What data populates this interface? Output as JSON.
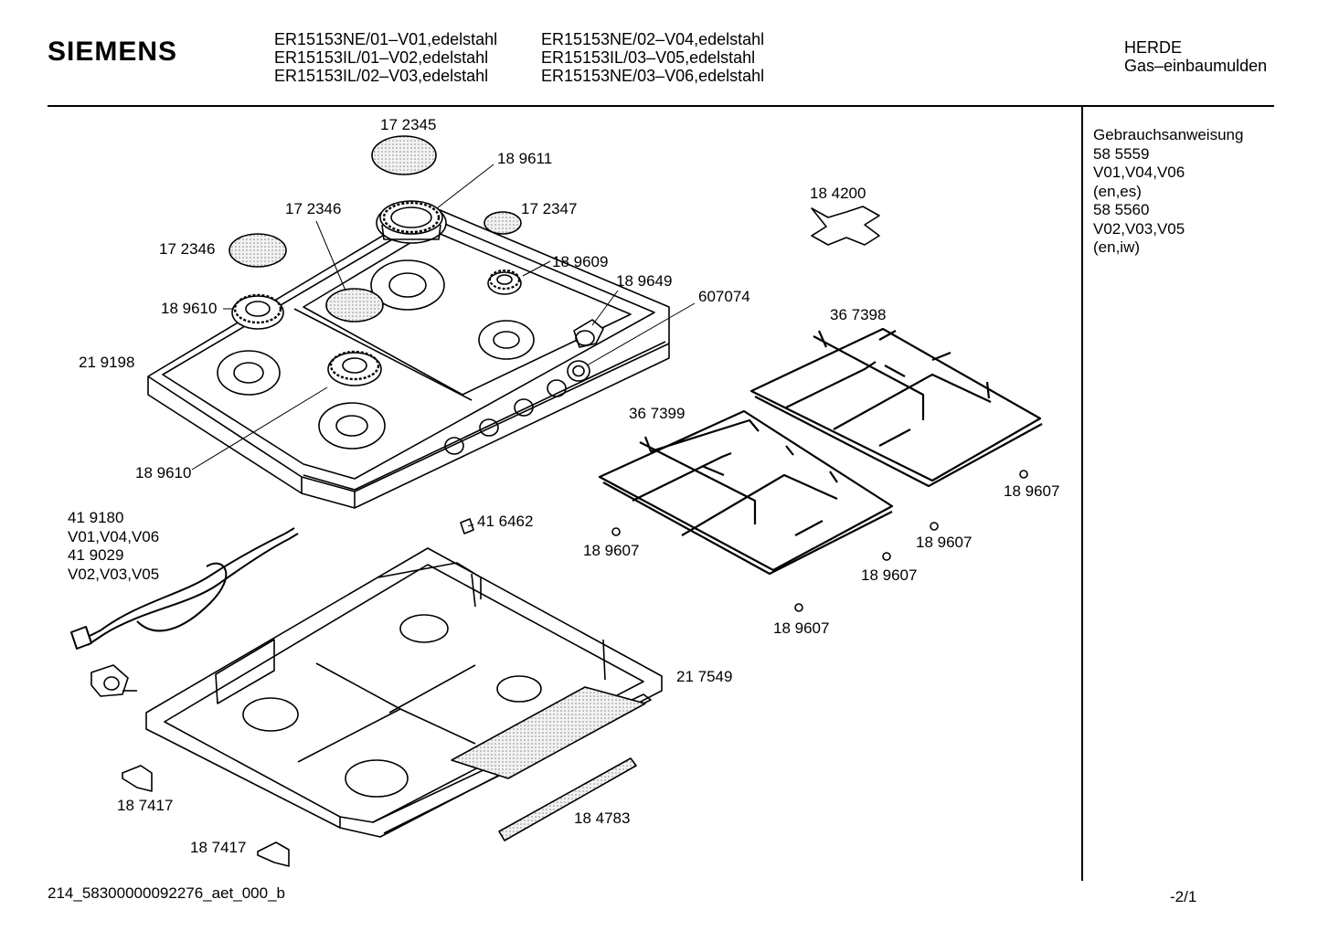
{
  "header": {
    "brand": "SIEMENS",
    "models_col1": [
      "ER15153NE/01–V01,edelstahl",
      "ER15153IL/01–V02,edelstahl",
      "ER15153IL/02–V03,edelstahl"
    ],
    "models_col2": [
      "ER15153NE/02–V04,edelstahl",
      "ER15153IL/03–V05,edelstahl",
      "ER15153NE/03–V06,edelstahl"
    ],
    "category": "HERDE",
    "subcategory": "Gas–einbaumulden"
  },
  "side_notes": [
    "Gebrauchsanweisung",
    "58 5559",
    "V01,V04,V06",
    "(en,es)",
    "58 5560",
    "V02,V03,V05",
    "(en,iw)"
  ],
  "labels": {
    "p172345": "17 2345",
    "p189611": "18 9611",
    "p172346a": "17 2346",
    "p172347": "17 2347",
    "p172346b": "17 2346",
    "p189609": "18 9609",
    "p189649": "18 9649",
    "p189610a": "18 9610",
    "p607074": "607074",
    "p219198": "21 9198",
    "p189610b": "18 9610",
    "p184200": "18 4200",
    "p367398": "36 7398",
    "p367399": "36 7399",
    "p189607a": "18 9607",
    "p189607b": "18 9607",
    "p189607c": "18 9607",
    "p189607d": "18 9607",
    "p189607e": "18 9607",
    "p419180": "41 9180",
    "v010406": "V01,V04,V06",
    "p419029": "41 9029",
    "v020305": "V02,V03,V05",
    "p416462": "41 6462",
    "p217549": "21 7549",
    "p187417a": "18 7417",
    "p187417b": "18 7417",
    "p184783": "18 4783"
  },
  "footer": {
    "doc_id": "214_58300000092276_aet_000_b",
    "page": "-2/1"
  }
}
